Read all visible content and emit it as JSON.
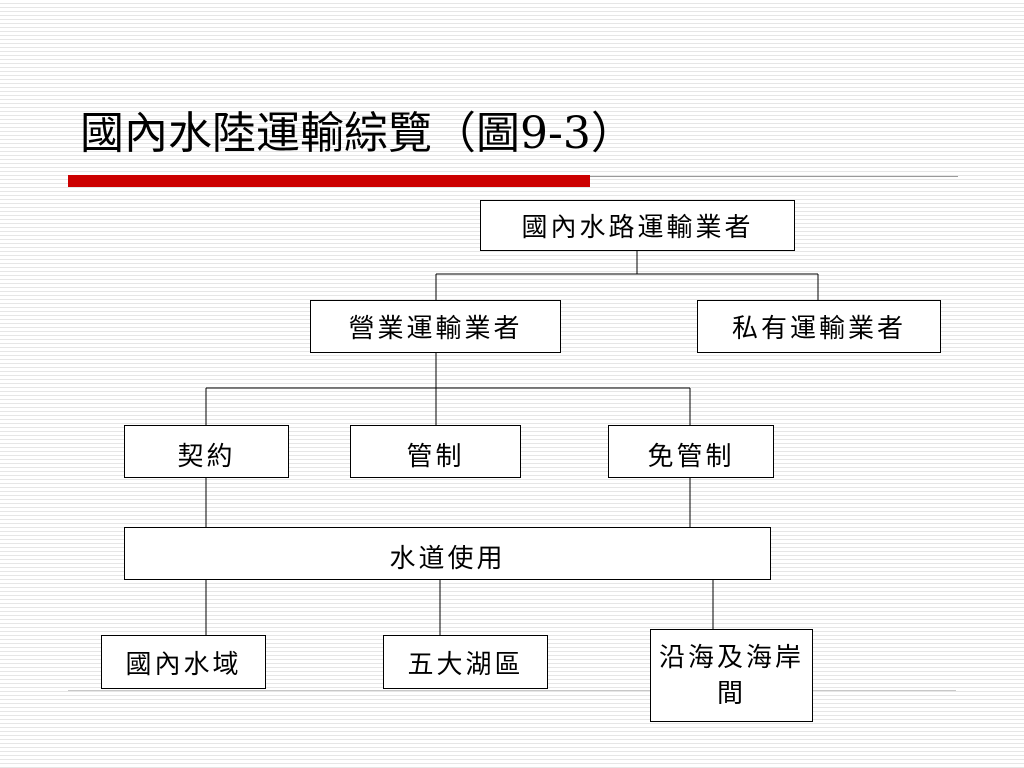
{
  "slide": {
    "title": "國內水陸運輸綜覽（圖9-3）"
  },
  "colors": {
    "accent_rule": "#cc0000",
    "stripe": "#e6e6e6",
    "border": "#000000"
  },
  "diagram": {
    "root": "國內水路運輸業者",
    "commercial": "營業運輸業者",
    "private": "私有運輸業者",
    "contract": "契約",
    "regulated": "管制",
    "exempt": "免管制",
    "waterway_use": "水道使用",
    "domestic_waters": "國內水域",
    "great_lakes": "五大湖區",
    "coastal": "沿海及海岸間"
  }
}
